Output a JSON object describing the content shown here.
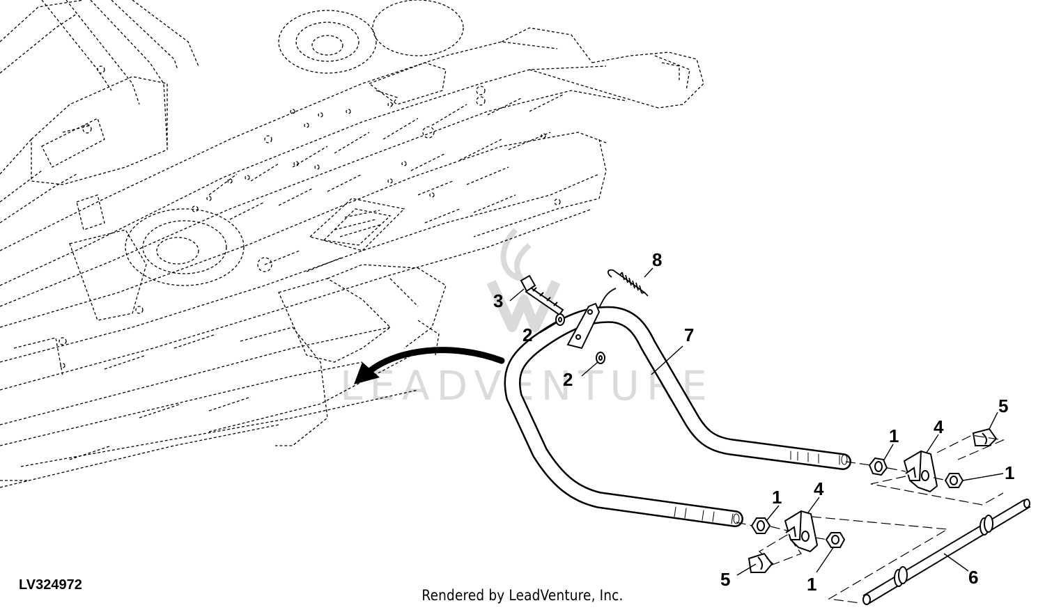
{
  "figure_id": "LV324972",
  "footer_text": "Rendered by LeadVenture, Inc.",
  "watermark_text": "LEADVENTURE",
  "callouts": {
    "c1a": "1",
    "c1b": "1",
    "c1c": "1",
    "c1d": "1",
    "c2a": "2",
    "c2b": "2",
    "c3": "3",
    "c4a": "4",
    "c4b": "4",
    "c5a": "5",
    "c5b": "5",
    "c6": "6",
    "c7": "7",
    "c8": "8"
  },
  "colors": {
    "line": "#000000",
    "watermark": "#d8d8d8",
    "background": "#ffffff"
  }
}
